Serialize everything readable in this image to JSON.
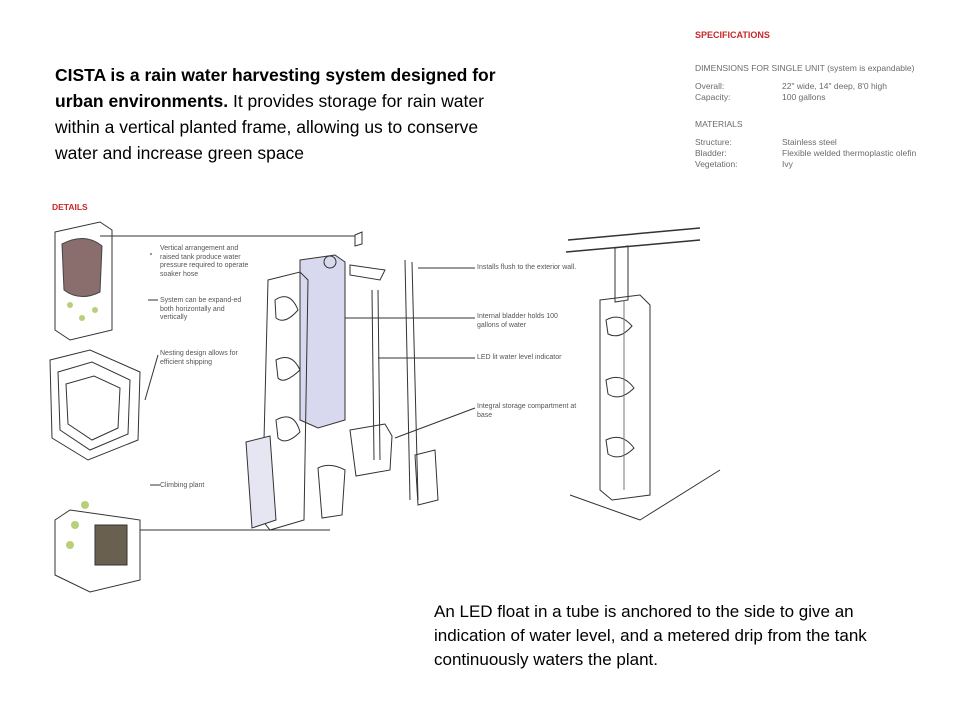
{
  "intro": {
    "bold": "CISTA is a rain water harvesting system designed for urban environments.",
    "normal": " It provides storage for rain water within a vertical planted frame, allowing us to conserve water and increase green space"
  },
  "specifications": {
    "heading": "SPECIFICATIONS",
    "dimensions_title": "DIMENSIONS FOR SINGLE UNIT  (system is expandable)",
    "dimensions": [
      {
        "label": "Overall:",
        "value": "22\" wide, 14\" deep, 8'0 high"
      },
      {
        "label": "Capacity:",
        "value": "100 gallons"
      }
    ],
    "materials_title": "MATERIALS",
    "materials": [
      {
        "label": "Structure:",
        "value": "Stainless steel"
      },
      {
        "label": "Bladder:",
        "value": "Flexible welded thermoplastic olefin"
      },
      {
        "label": "Vegetation:",
        "value": "Ivy"
      }
    ]
  },
  "details": {
    "heading": "DETAILS",
    "callouts_left": [
      "Vertical arrangement and raised tank produce water pressure required to operate soaker hose",
      "System can be expand-ed both horizontally and vertically",
      "Nesting design allows for efficient shipping",
      "Climbing plant"
    ],
    "callouts_right": [
      "Installs flush to the exterior wall.",
      "Internal bladder holds 100 gallons of water",
      "LED lit water level indicator",
      "Integral storage compartment at base"
    ]
  },
  "footer": {
    "text": "An LED float in a tube is anchored to the side to give an indication of water level, and a metered drip from the tank continuously waters the plant."
  }
}
